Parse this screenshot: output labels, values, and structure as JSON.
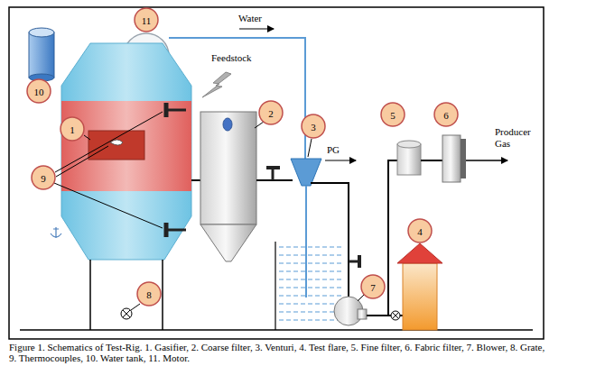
{
  "diagram": {
    "caption": "Figure 1. Schematics of Test-Rig. 1. Gasifier, 2. Coarse filter, 3. Venturi, 4. Test flare, 5. Fine filter, 6. Fabric filter, 7. Blower, 8. Grate, 9. Thermocouples, 10. Water tank, 11. Motor.",
    "nodes": [
      {
        "text": [
          "11"
        ]
      },
      {
        "text": [
          "10"
        ]
      },
      {
        "text": [
          "2"
        ]
      },
      {
        "text": [
          "5"
        ]
      },
      {
        "text": [
          "6"
        ]
      },
      {
        "text": [
          "3"
        ]
      },
      {
        "text": [
          "1"
        ]
      },
      {
        "text": [
          "9"
        ]
      },
      {
        "text": [
          "4"
        ]
      },
      {
        "text": [
          "7"
        ]
      },
      {
        "text": [
          "8"
        ]
      }
    ],
    "labels": [
      "Water",
      "Feedstock",
      "PG",
      "Producer Gas"
    ]
  }
}
